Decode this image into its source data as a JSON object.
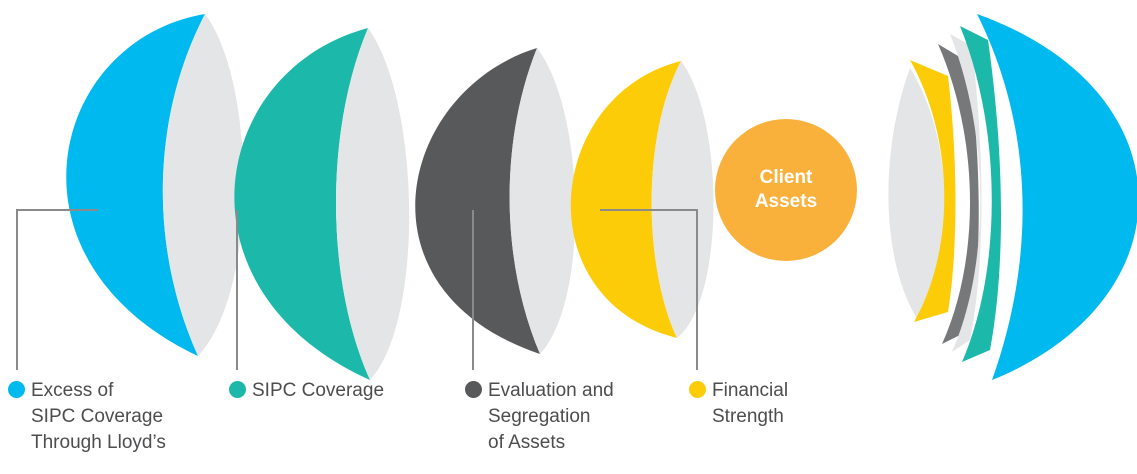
{
  "core": {
    "line1": "Client",
    "line2": "Assets"
  },
  "legend": [
    {
      "text": "Excess of\nSIPC Coverage\nThrough Lloyd’s",
      "color": "#00b9ee"
    },
    {
      "text": "SIPC Coverage",
      "color": "#1cb9ab"
    },
    {
      "text": "Evaluation and\nSegregation\nof Assets",
      "color": "#58595b"
    },
    {
      "text": "Financial\nStrength",
      "color": "#fdcc09"
    }
  ],
  "colors": {
    "blue": "#00b9ee",
    "teal": "#1cb9ab",
    "dark_gray": "#58595b",
    "yellow": "#fdcc09",
    "orange": "#f9b13b",
    "lens": "#e4e5e6",
    "leader_line": "#8a8a8a"
  }
}
